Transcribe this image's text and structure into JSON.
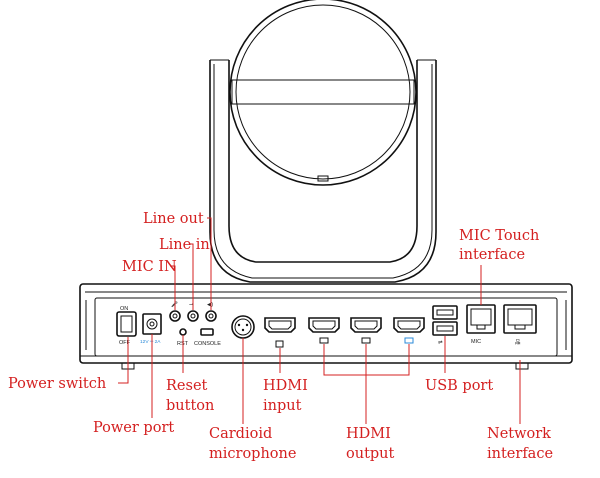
{
  "callouts": {
    "line_out": "Line out",
    "line_in": "Line in",
    "mic_in": "MIC IN",
    "mic_touch_1": "MIC Touch",
    "mic_touch_2": "interface",
    "power_switch": "Power switch",
    "reset_1": "Reset",
    "reset_2": "button",
    "hdmi_in_1": "HDMI",
    "hdmi_in_2": "input",
    "usb_port": "USB port",
    "power_port": "Power port",
    "cardioid_1": "Cardioid",
    "cardioid_2": "microphone",
    "hdmi_out_1": "HDMI",
    "hdmi_out_2": "output",
    "network_1": "Network",
    "network_2": "interface"
  },
  "panel_labels": {
    "on": "ON",
    "off": "OFF",
    "dc_rating": "12V ═ 2A",
    "rst": "RST",
    "console": "CONSOLE",
    "mic_touch_port": "MIC"
  },
  "colors": {
    "callout_text": "#d42020",
    "outline": "#111111",
    "hdmi_out_mark": "#2a8ad8"
  }
}
